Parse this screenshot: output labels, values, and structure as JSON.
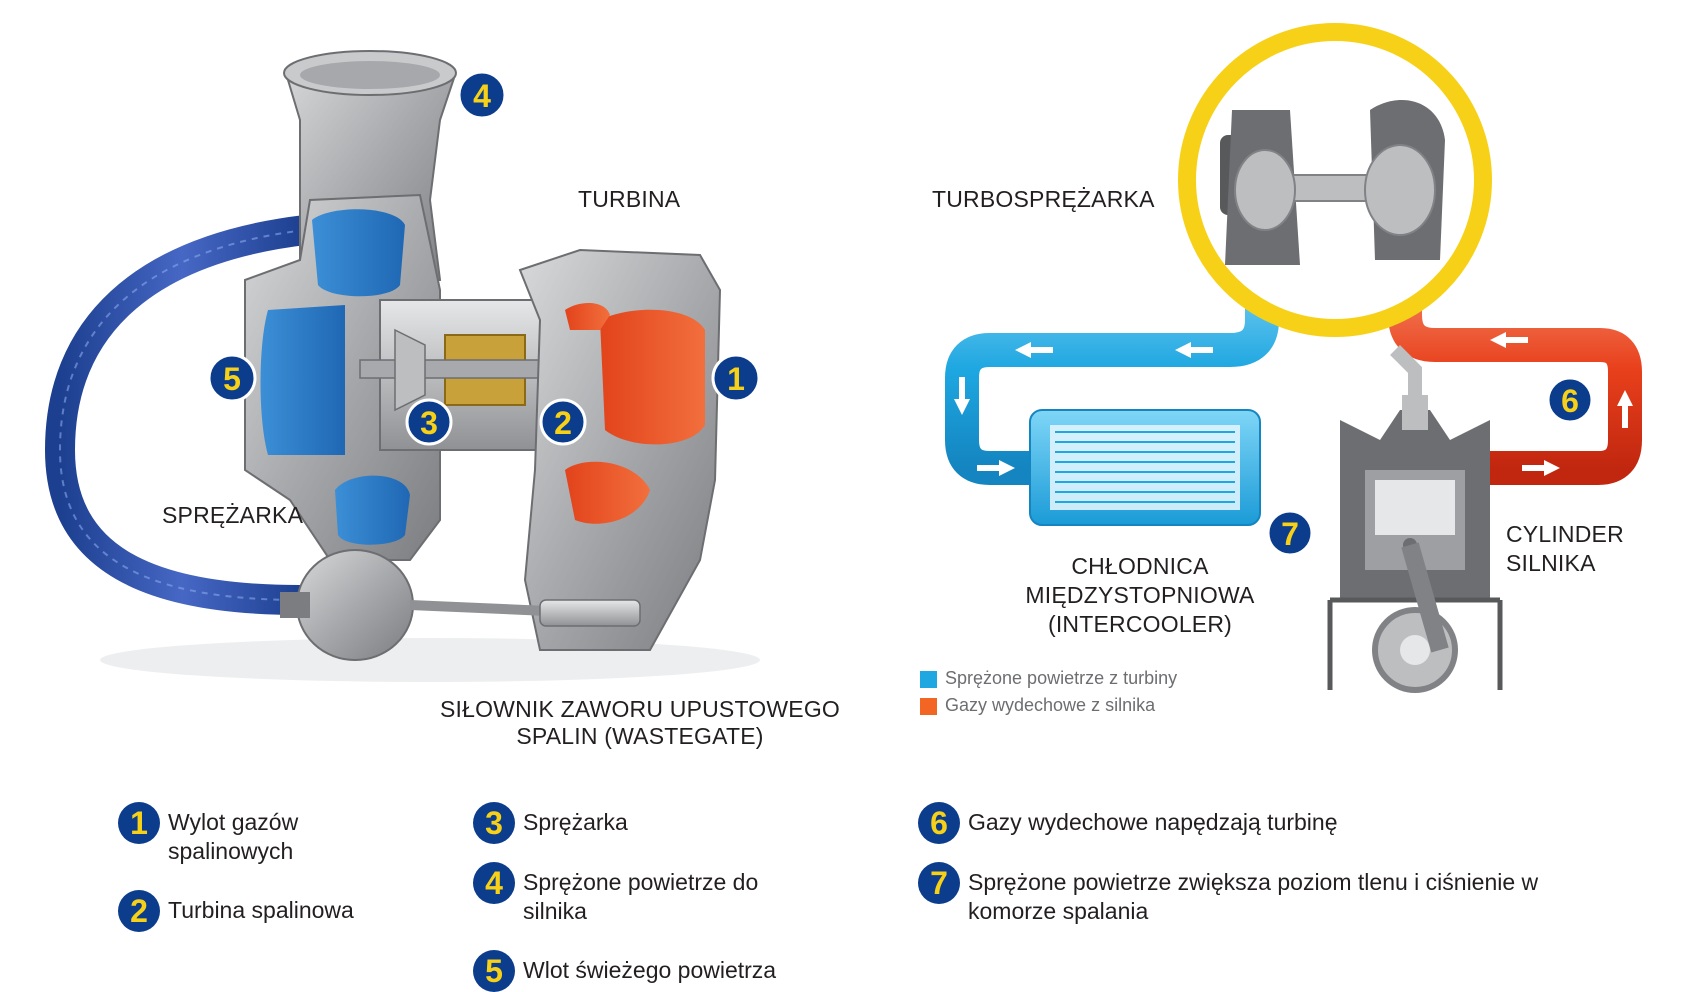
{
  "labels": {
    "turbina": "TURBINA",
    "sprezarka": "SPRĘŻARKA",
    "silownik_line1": "SIŁOWNIK ZAWORU UPUSTOWEGO",
    "silownik_line2": "SPALIN (WASTEGATE)",
    "turbosprezarka": "TURBOSPRĘŻARKA",
    "chlodnica_line1": "CHŁODNICA",
    "chlodnica_line2": "MIĘDZYSTOPNIOWA",
    "chlodnica_line3": "(INTERCOOLER)",
    "cylinder_line1": "CYLINDER",
    "cylinder_line2": "SILNIKA"
  },
  "diagram_badges": [
    "1",
    "2",
    "3",
    "4",
    "5",
    "6",
    "7"
  ],
  "legend": [
    {
      "text": "Sprężone powietrze z turbiny",
      "color": "#1ea7e1"
    },
    {
      "text": "Gazy wydechowe z silnika",
      "color": "#f26522"
    }
  ],
  "key": [
    {
      "num": "1",
      "line1": "Wylot gazów",
      "line2": "spalinowych"
    },
    {
      "num": "2",
      "line1": "Turbina spalinowa",
      "line2": ""
    },
    {
      "num": "3",
      "line1": "Sprężarka",
      "line2": ""
    },
    {
      "num": "4",
      "line1": "Sprężone powietrze do",
      "line2": "silnika"
    },
    {
      "num": "5",
      "line1": "Wlot świeżego powietrza",
      "line2": ""
    },
    {
      "num": "6",
      "line1": "Gazy wydechowe napędzają turbinę",
      "line2": ""
    },
    {
      "num": "7",
      "line1": "Sprężone powietrze zwiększa poziom tlenu i ciśnienie w",
      "line2": "komorze spalania"
    }
  ],
  "colors": {
    "badge_fill": "#0b3d8c",
    "badge_text": "#f7d117",
    "air_blue": "#1ea7e1",
    "exhaust_red": "#e8401c",
    "ring_yellow": "#f7d117",
    "metal_grey": "#9d9fa2",
    "dark_grey": "#58595b"
  }
}
